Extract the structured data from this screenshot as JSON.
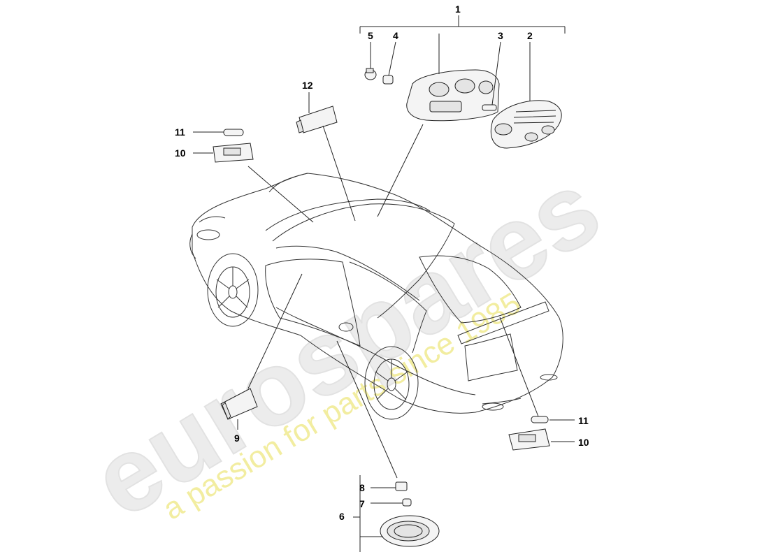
{
  "watermark": {
    "brand": "eurospares",
    "slogan": "a passion for parts since 1985"
  },
  "callouts": {
    "c1": "1",
    "c2": "2",
    "c3": "3",
    "c4": "4",
    "c5": "5",
    "c6": "6",
    "c7": "7",
    "c8": "8",
    "c9": "9",
    "c10_left": "10",
    "c10_right": "10",
    "c11_left": "11",
    "c11_right": "11",
    "c12": "12"
  }
}
